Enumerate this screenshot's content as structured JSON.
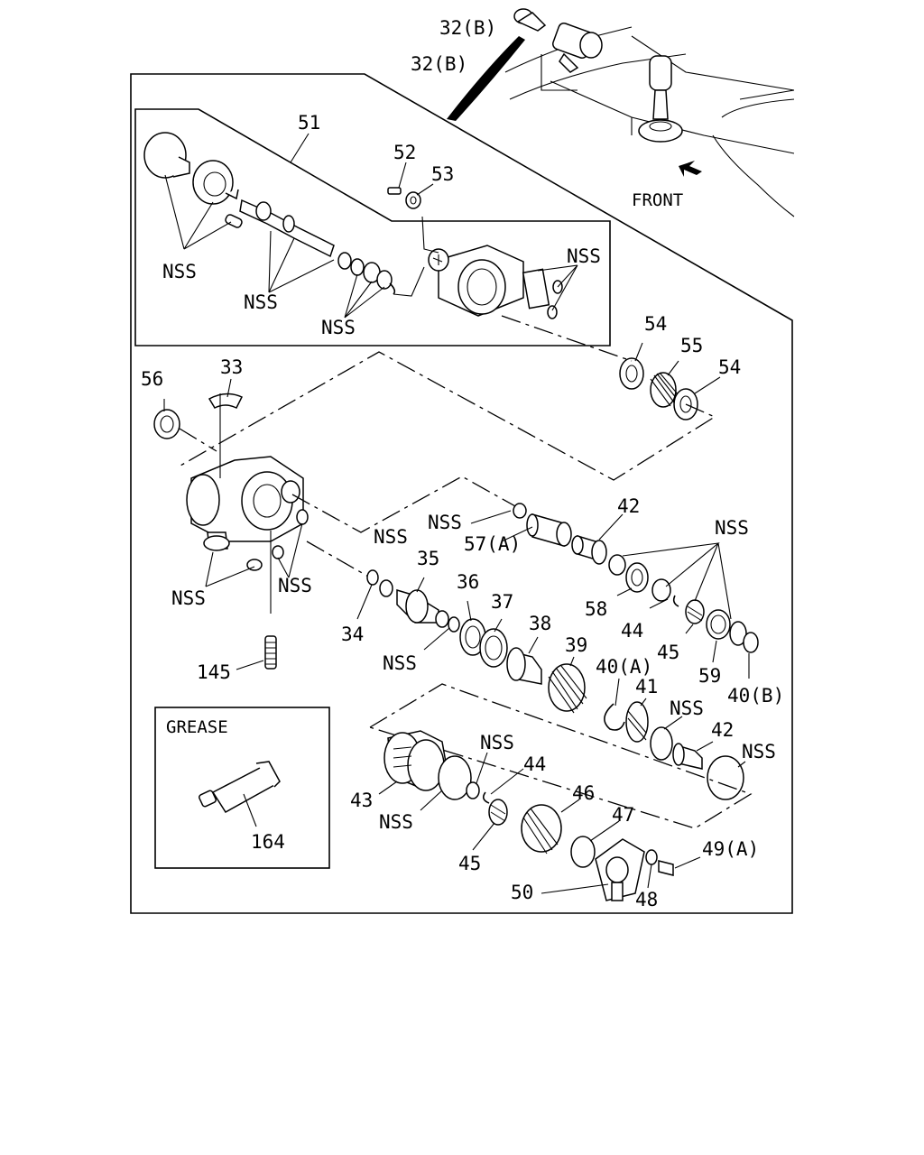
{
  "labels": {
    "p32b_top": "32(B)",
    "p32b": "32(B)",
    "front": "FRONT",
    "p51": "51",
    "p52": "52",
    "p53": "53",
    "nss_a": "NSS",
    "nss_b": "NSS",
    "nss_c": "NSS",
    "nss_d": "NSS",
    "p54a": "54",
    "p55": "55",
    "p54b": "54",
    "p56": "56",
    "p33": "33",
    "nss_e": "NSS",
    "p42a": "42",
    "nss_f": "NSS",
    "p57a": "57(A)",
    "nss_g": "NSS",
    "p35": "35",
    "nss_h": "NSS",
    "nss_i": "NSS",
    "p58": "58",
    "p44a": "44",
    "p36": "36",
    "p37": "37",
    "p38": "38",
    "p34": "34",
    "nss_j": "NSS",
    "p145": "145",
    "p45a": "45",
    "p59": "59",
    "p39": "39",
    "p40a": "40(A)",
    "p40b": "40(B)",
    "p41": "41",
    "nss_k": "NSS",
    "p42b": "42",
    "nss_l": "NSS",
    "grease": "GREASE",
    "p164": "164",
    "nss_m": "NSS",
    "p44b": "44",
    "p43": "43",
    "nss_n": "NSS",
    "p46": "46",
    "p47": "47",
    "p45b": "45",
    "p49a": "49(A)",
    "p50": "50",
    "p48": "48"
  }
}
